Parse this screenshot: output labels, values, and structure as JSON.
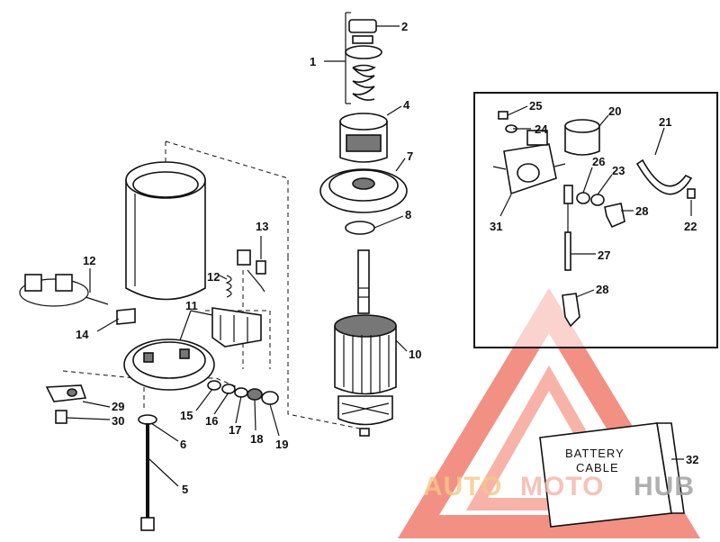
{
  "diagram": {
    "callouts": [
      "1",
      "2",
      "4",
      "7",
      "8",
      "10",
      "5",
      "6",
      "11",
      "12",
      "13",
      "14",
      "15",
      "16",
      "17",
      "18",
      "19",
      "29",
      "30",
      "20",
      "21",
      "22",
      "23",
      "24",
      "25",
      "26",
      "27",
      "28",
      "31",
      "32"
    ],
    "callout_28b": "28",
    "callout_12b": "12",
    "battery_box": {
      "line1": "BATTERY",
      "line2": "CABLE"
    }
  },
  "watermark": {
    "word1": "AUTO",
    "word2": "MOTO",
    "word3": "HUB",
    "colors": {
      "primary": "#f2b5a8",
      "accent": "#f5c889",
      "dark": "#9c9c9c",
      "triangle": "#ef6b5c"
    }
  }
}
